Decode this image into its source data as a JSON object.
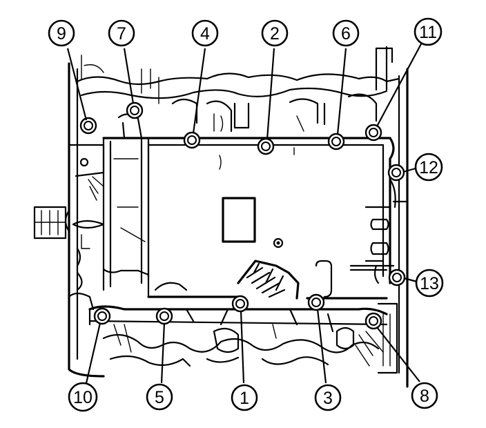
{
  "diagram": {
    "callouts": [
      {
        "id": "9",
        "label": "9"
      },
      {
        "id": "7",
        "label": "7"
      },
      {
        "id": "4",
        "label": "4"
      },
      {
        "id": "2",
        "label": "2"
      },
      {
        "id": "6",
        "label": "6"
      },
      {
        "id": "11",
        "label": "11"
      },
      {
        "id": "12",
        "label": "12"
      },
      {
        "id": "13",
        "label": "13"
      },
      {
        "id": "10",
        "label": "10"
      },
      {
        "id": "5",
        "label": "5"
      },
      {
        "id": "1",
        "label": "1"
      },
      {
        "id": "3",
        "label": "3"
      },
      {
        "id": "8",
        "label": "8"
      }
    ]
  }
}
